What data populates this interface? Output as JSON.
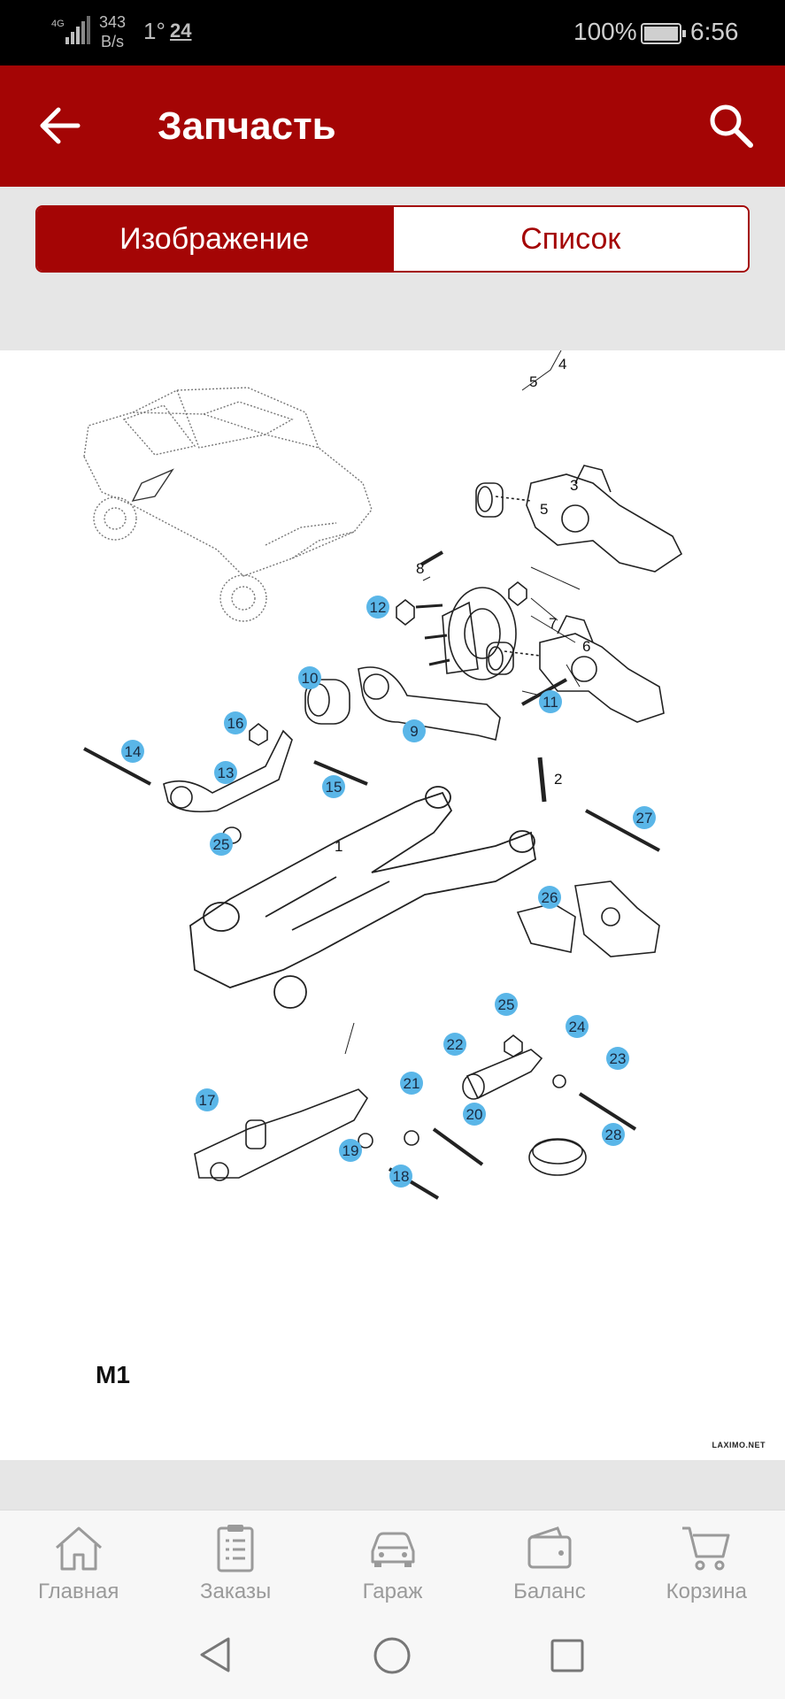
{
  "status_bar": {
    "network_type": "4G",
    "net_speed_value": "343",
    "net_speed_unit": "B/s",
    "temperature": "1°",
    "date": "24",
    "battery": "100%",
    "time": "6:56"
  },
  "app_bar": {
    "title": "Запчасть",
    "back_icon": "arrow-left-icon",
    "search_icon": "search-icon"
  },
  "tabs": {
    "image_label": "Изображение",
    "list_label": "Список",
    "active": "image"
  },
  "diagram": {
    "code": "M1",
    "watermark": "LAXIMO.NET",
    "callouts": {
      "c9": "9",
      "c10": "10",
      "c11": "11",
      "c12": "12",
      "c13": "13",
      "c14": "14",
      "c15": "15",
      "c16": "16",
      "c17": "17",
      "c18": "18",
      "c19": "19",
      "c20": "20",
      "c21": "21",
      "c22": "22",
      "c23": "23",
      "c24": "24",
      "c25a": "25",
      "c25b": "25",
      "c26": "26",
      "c27": "27",
      "c28": "28"
    },
    "labels": {
      "l1": "1",
      "l2": "2",
      "l3": "3",
      "l4": "4",
      "l5a": "5",
      "l5b": "5",
      "l6": "6",
      "l7": "7",
      "l8": "8"
    }
  },
  "bottom_nav": {
    "home": "Главная",
    "orders": "Заказы",
    "garage": "Гараж",
    "balance": "Баланс",
    "cart": "Корзина"
  },
  "system_nav": {
    "back": "triangle-back-icon",
    "home": "circle-home-icon",
    "recents": "square-recents-icon"
  }
}
